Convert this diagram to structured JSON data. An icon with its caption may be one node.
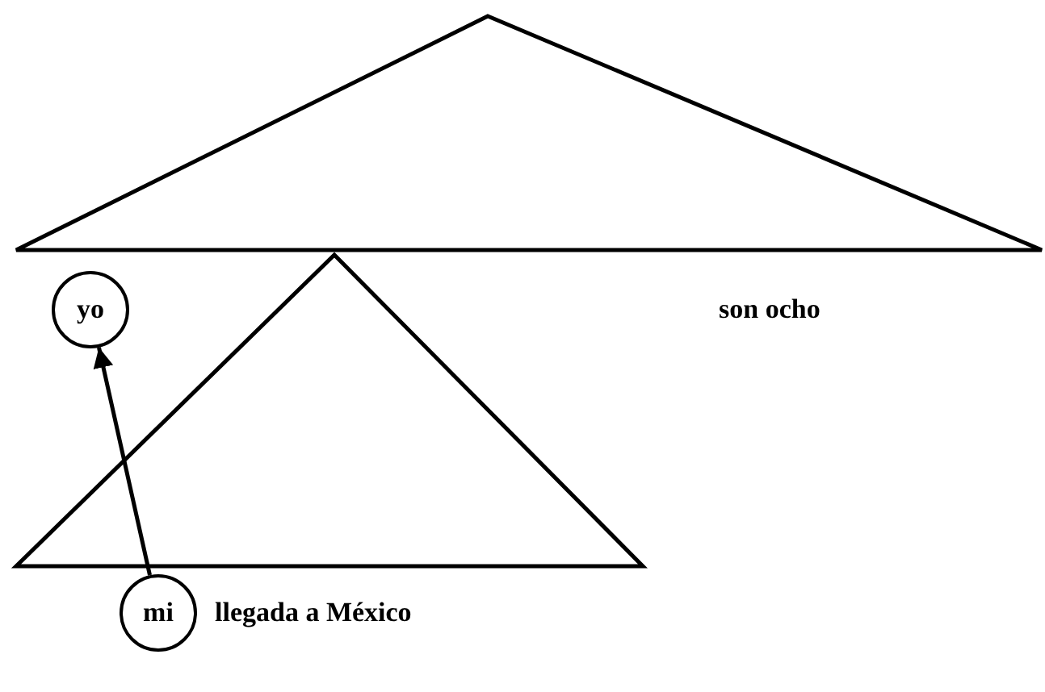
{
  "diagram": {
    "nodes": [
      {
        "text": [
          "yo"
        ]
      },
      {
        "text": [
          "mi"
        ]
      }
    ],
    "edges": [
      {
        "from": 1,
        "to": 0,
        "arrow": "to"
      }
    ],
    "labels": [
      "son ocho",
      "llegada a México"
    ]
  }
}
